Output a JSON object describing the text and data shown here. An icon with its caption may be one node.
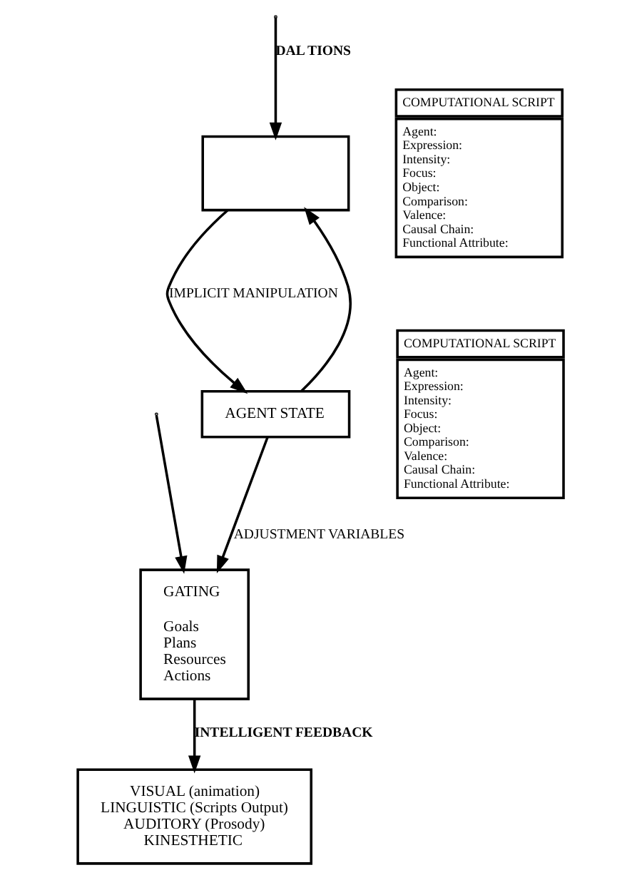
{
  "diagram": {
    "nodes": [
      {
        "text": [],
        "shape": "box"
      },
      {
        "text": [
          "COMPUTATIONAL SCRIPT",
          "Agent:",
          "Expression:",
          "Intensity:",
          "Focus:",
          "Object:",
          "Comparison:",
          "Valence:",
          "Causal Chain:",
          "Functional Attribute:"
        ]
      },
      {
        "text": [
          "AGENT STATE"
        ]
      },
      {
        "text": [
          "COMPUTATIONAL SCRIPT",
          "Agent:",
          "Expression:",
          "Intensity:",
          "Focus:",
          "Object:",
          "Comparison:",
          "Valence:",
          "Causal Chain:",
          "Functional Attribute:"
        ]
      },
      {
        "text": [
          "GATING",
          "Goals",
          "Plans",
          "Resources",
          "Actions"
        ]
      },
      {
        "text": [
          "VISUAL (animation)",
          "LINGUISTIC (Scripts Output)",
          "AUDITORY (Prosody)",
          "KINESTHETIC"
        ]
      }
    ],
    "edges": [
      {
        "from": null,
        "to": 0,
        "arrow": "to",
        "label": "DAL TIONS"
      },
      {
        "from": 0,
        "to": 2,
        "arrow": "to",
        "label": "IMPLICIT MANIPULATION"
      },
      {
        "from": 2,
        "to": 0,
        "arrow": "to"
      },
      {
        "from": null,
        "to": 4,
        "arrow": "to"
      },
      {
        "from": 2,
        "to": 4,
        "arrow": "to",
        "label": "ADJUSTMENT VARIABLES"
      },
      {
        "from": 4,
        "to": 5,
        "arrow": "to",
        "label": "INTELLIGENT FEEDBACK"
      }
    ]
  }
}
